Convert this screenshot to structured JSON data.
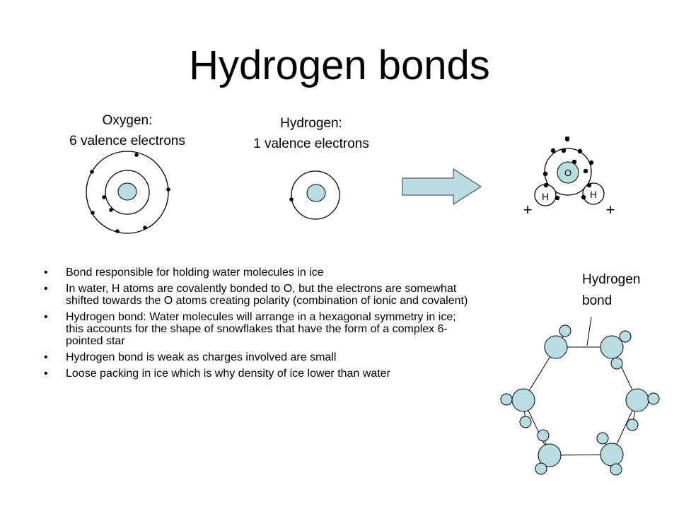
{
  "title": "Hydrogen bonds",
  "oxygen_label": {
    "line1": "Oxygen:",
    "line2": "6 valence electrons"
  },
  "hydrogen_label": {
    "line1": "Hydrogen:",
    "line2": "1 valence electrons"
  },
  "water_molecule": {
    "charge_top": "-",
    "oxygen": "O",
    "hydrogen_left": "H",
    "hydrogen_right": "H",
    "charge_left": "+",
    "charge_right": "+"
  },
  "hydrogen_bond_label": {
    "line1": "Hydrogen",
    "line2": "bond"
  },
  "bullets": [
    "Bond responsible for holding water molecules in ice",
    "In water, H atoms are covalently bonded to O, but the electrons are somewhat shifted towards the O atoms creating polarity (combination of ionic and covalent)",
    "Hydrogen bond: Water molecules will arrange in a hexagonal symmetry in ice; this accounts for the shape of snowflakes that have the form of a complex 6-pointed star",
    "Hydrogen bond is weak as charges involved are small",
    "Loose packing in ice which is why density of ice lower than water"
  ],
  "colors": {
    "atom_fill": "#b7dde2",
    "arrow_fill": "#b7dde2",
    "ink": "#000000"
  }
}
